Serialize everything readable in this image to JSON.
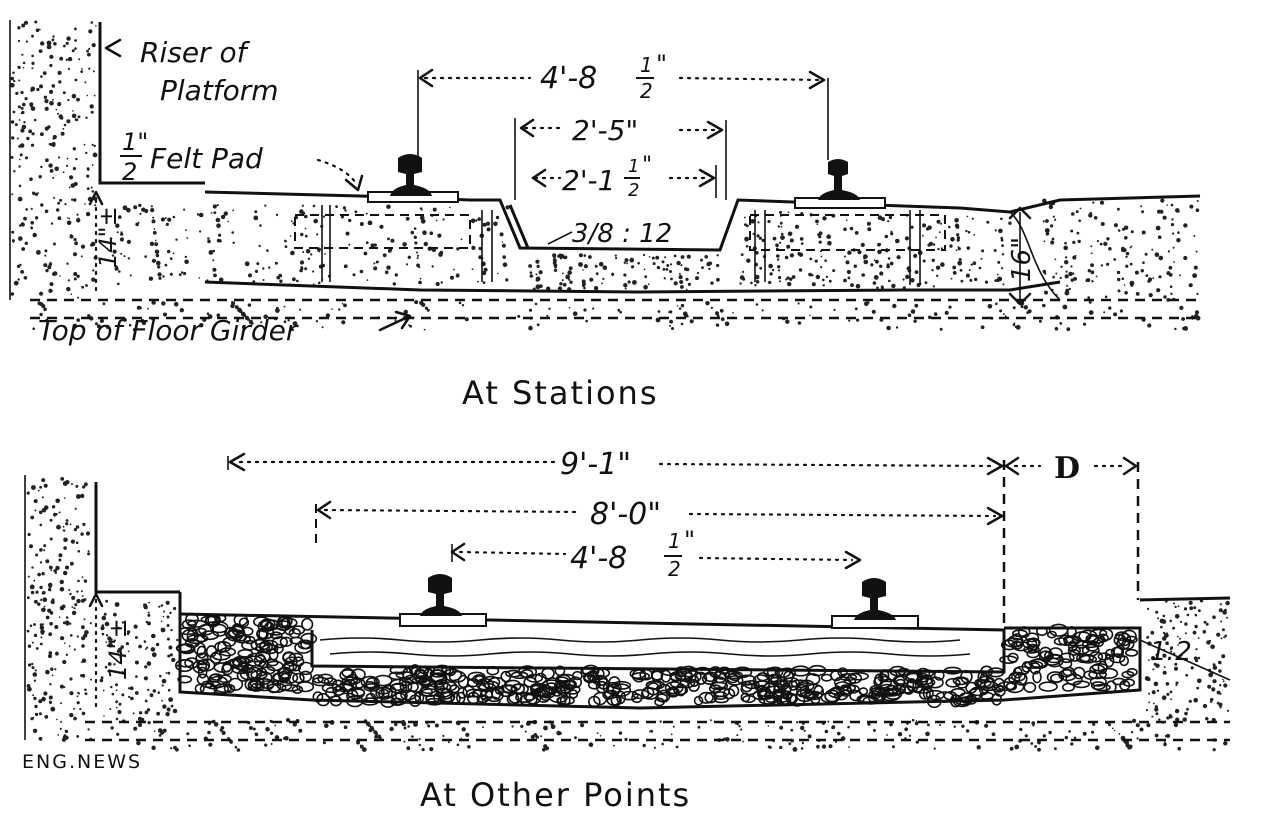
{
  "top_section": {
    "caption": "At Stations",
    "riser_label_1": "Riser of",
    "riser_label_2": "Platform",
    "felt_pad_fraction": "1\"",
    "felt_pad_fraction_den": "2",
    "felt_pad_label": "Felt Pad",
    "gauge_label": "4'-8",
    "gauge_frac_num": "1",
    "gauge_frac_den": "2",
    "gauge_frac_inch": "\"",
    "dim_2_5": "2'-5\"",
    "dim_2_1_half": "2'-1",
    "dim_2_1_half_num": "1",
    "dim_2_1_half_den": "2",
    "dim_2_1_half_inch": "\"",
    "slope_label": "3/8 : 12",
    "depth_left": "14\"±",
    "depth_right": "16\"",
    "floor_girder_label": "Top of Floor Girder"
  },
  "bottom_section": {
    "caption": "At Other Points",
    "dim_9_1": "9'-1\"",
    "dim_8_0": "8'-0\"",
    "gauge_label": "4'-8",
    "gauge_frac_num": "1",
    "gauge_frac_den": "2",
    "gauge_frac_inch": "\"",
    "dim_d": "D",
    "depth_left": "14\"±",
    "slope_label": "1:2"
  },
  "credit": "ENG.NEWS"
}
